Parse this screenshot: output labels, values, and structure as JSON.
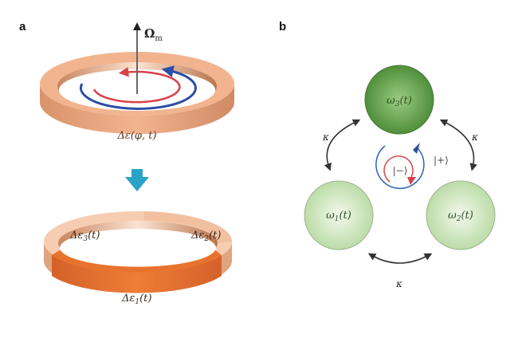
{
  "panel_a": {
    "label": "a",
    "axis_label": "Ω",
    "axis_sub": "m",
    "ring_top_label": "Δε(φ, t)",
    "ring_bottom_segments": [
      {
        "label": "Δε",
        "sub": "3",
        "suffix": "(t)"
      },
      {
        "label": "Δε",
        "sub": "2",
        "suffix": "(t)"
      },
      {
        "label": "Δε",
        "sub": "1",
        "suffix": "(t)"
      }
    ],
    "colors": {
      "ring_top": "#f2b48f",
      "ring_seg1": "#e8732e",
      "ring_seg_light": "#f7cdb1",
      "arrow_down": "#2aa3c7",
      "cw_arrow": "#d9414a",
      "ccw_arrow": "#2b4ea3"
    }
  },
  "panel_b": {
    "label": "b",
    "resonators": [
      {
        "name": "ω",
        "sub": "3",
        "suffix": "(t)"
      },
      {
        "name": "ω",
        "sub": "1",
        "suffix": "(t)"
      },
      {
        "name": "ω",
        "sub": "2",
        "suffix": "(t)"
      }
    ],
    "coupling_label": "κ",
    "mode_minus": "|−⟩",
    "mode_plus": "|+⟩",
    "colors": {
      "resonator_top": "#6aa84f",
      "resonator_side": "#cfe6c0",
      "coupling": "#333333",
      "minus": "#d9414a",
      "plus": "#2b63b8"
    }
  }
}
